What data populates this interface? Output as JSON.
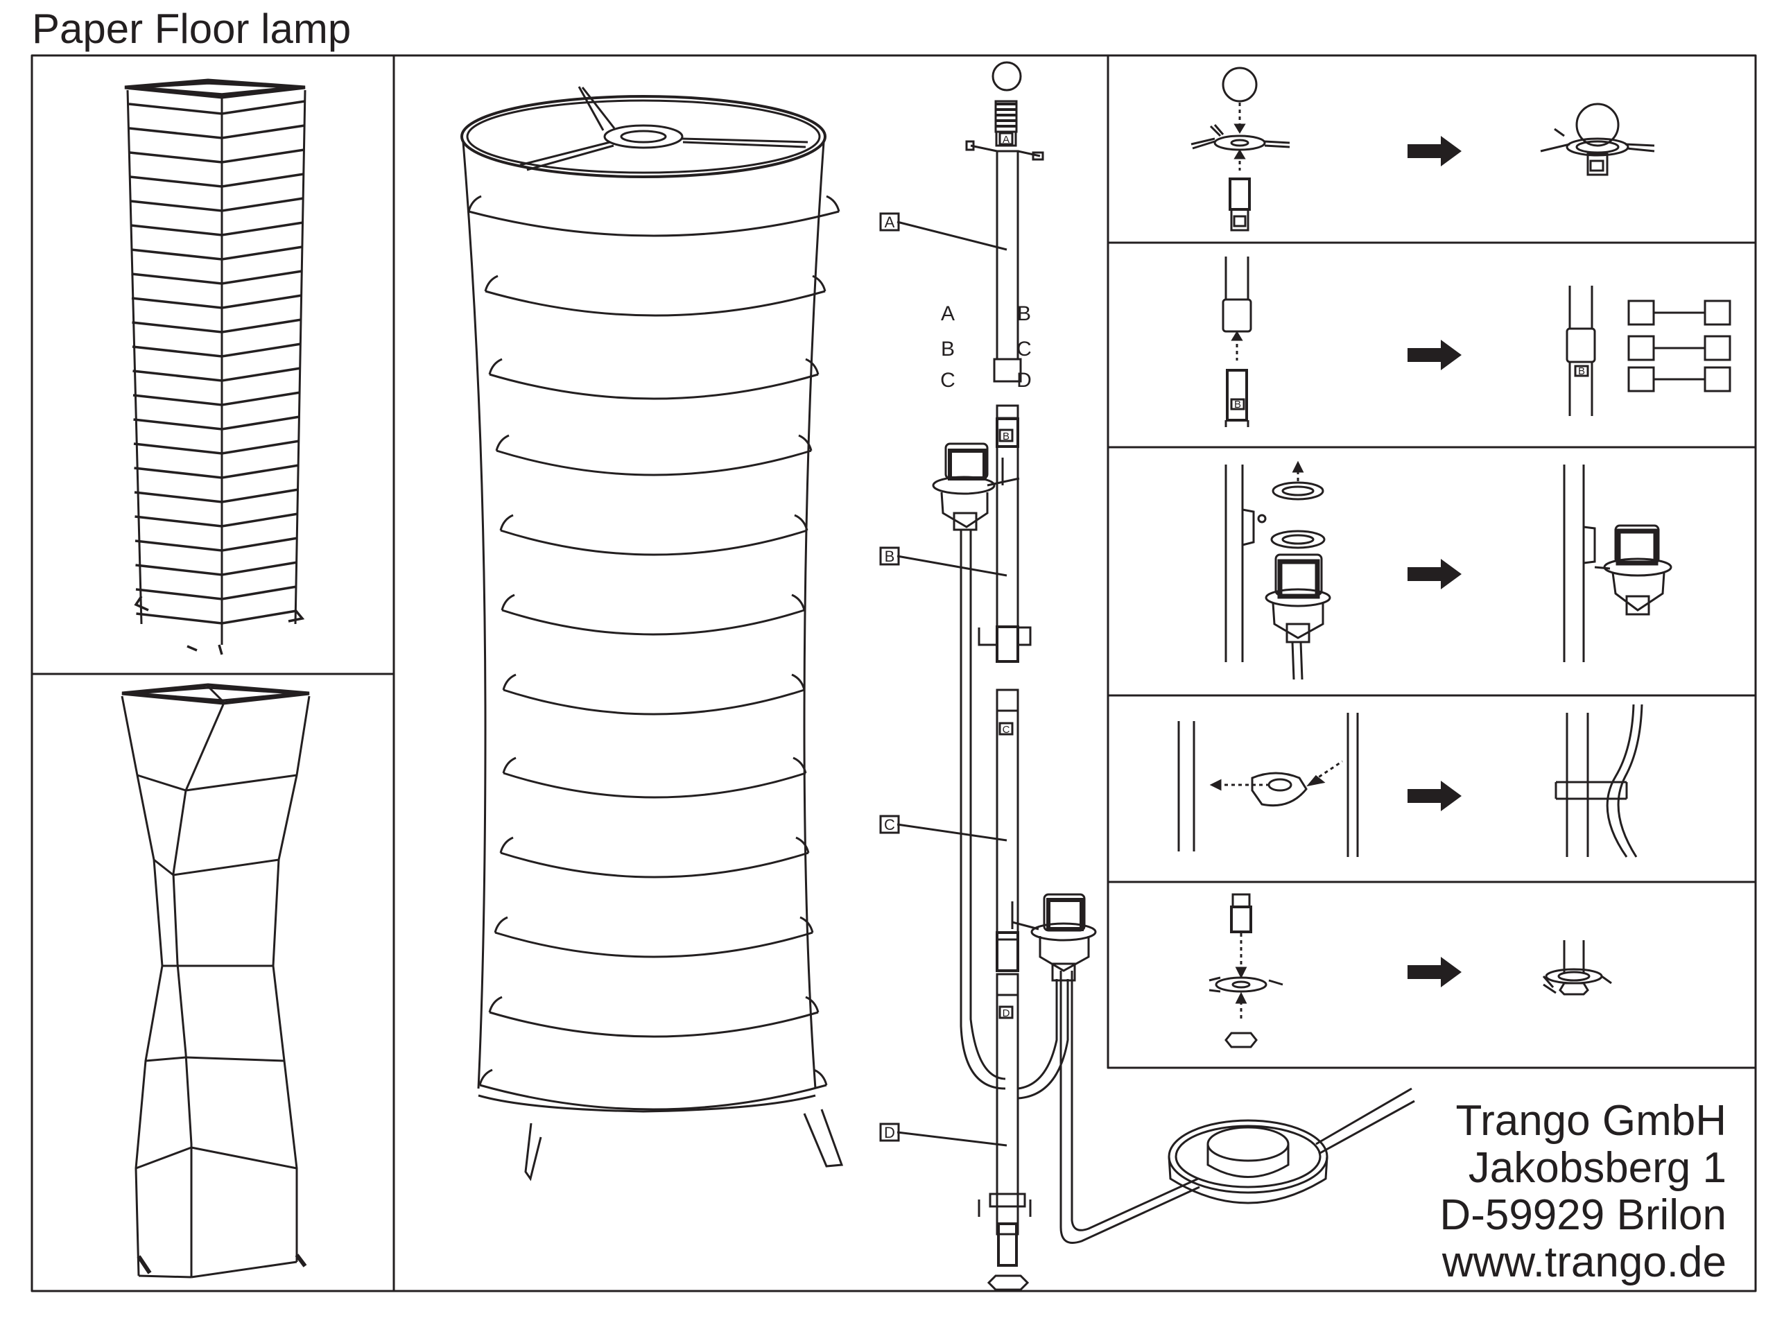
{
  "document": {
    "title": "Paper Floor lamp"
  },
  "part_labels": [
    "A",
    "B",
    "C",
    "D"
  ],
  "company": {
    "name": "Trango GmbH",
    "street": "Jakobsberg 1",
    "city": "D-59929 Brilon",
    "website": "www.trango.de"
  },
  "colors": {
    "line": "#231f20",
    "background": "#ffffff"
  },
  "icons": [
    "right-arrow-icon",
    "ball-finial-icon",
    "hex-nut-icon",
    "lamp-socket-icon",
    "foot-switch-icon"
  ]
}
